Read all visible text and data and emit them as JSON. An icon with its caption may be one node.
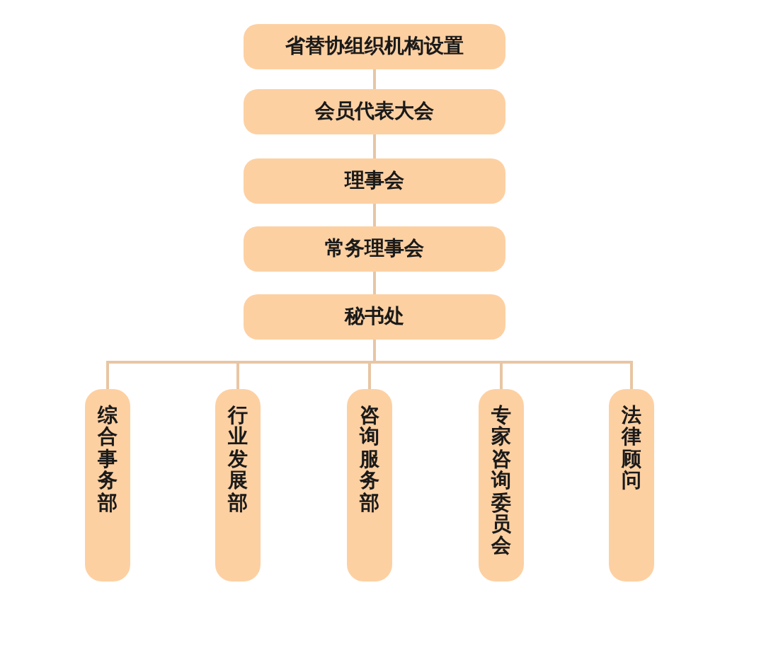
{
  "diagram": {
    "nodes": [
      {
        "text": [
          "省替协组织机构设置"
        ]
      },
      {
        "text": [
          "会员代表大会"
        ]
      },
      {
        "text": [
          "理事会"
        ]
      },
      {
        "text": [
          "常务理事会"
        ]
      },
      {
        "text": [
          "秘书处"
        ]
      },
      {
        "text": [
          "综合事务部"
        ]
      },
      {
        "text": [
          "行业发展部"
        ]
      },
      {
        "text": [
          "咨询服务部"
        ]
      },
      {
        "text": [
          "专家咨询委员会"
        ]
      },
      {
        "text": [
          "法律顾问"
        ]
      }
    ],
    "edges": [
      {
        "from": 0,
        "to": 1,
        "arrow": "none"
      },
      {
        "from": 1,
        "to": 2,
        "arrow": "none"
      },
      {
        "from": 2,
        "to": 3,
        "arrow": "none"
      },
      {
        "from": 3,
        "to": 4,
        "arrow": "none"
      },
      {
        "from": 4,
        "to": 5,
        "arrow": "none"
      },
      {
        "from": 4,
        "to": 6,
        "arrow": "none"
      },
      {
        "from": 4,
        "to": 7,
        "arrow": "none"
      },
      {
        "from": 4,
        "to": 8,
        "arrow": "none"
      },
      {
        "from": 4,
        "to": 9,
        "arrow": "none"
      }
    ]
  }
}
